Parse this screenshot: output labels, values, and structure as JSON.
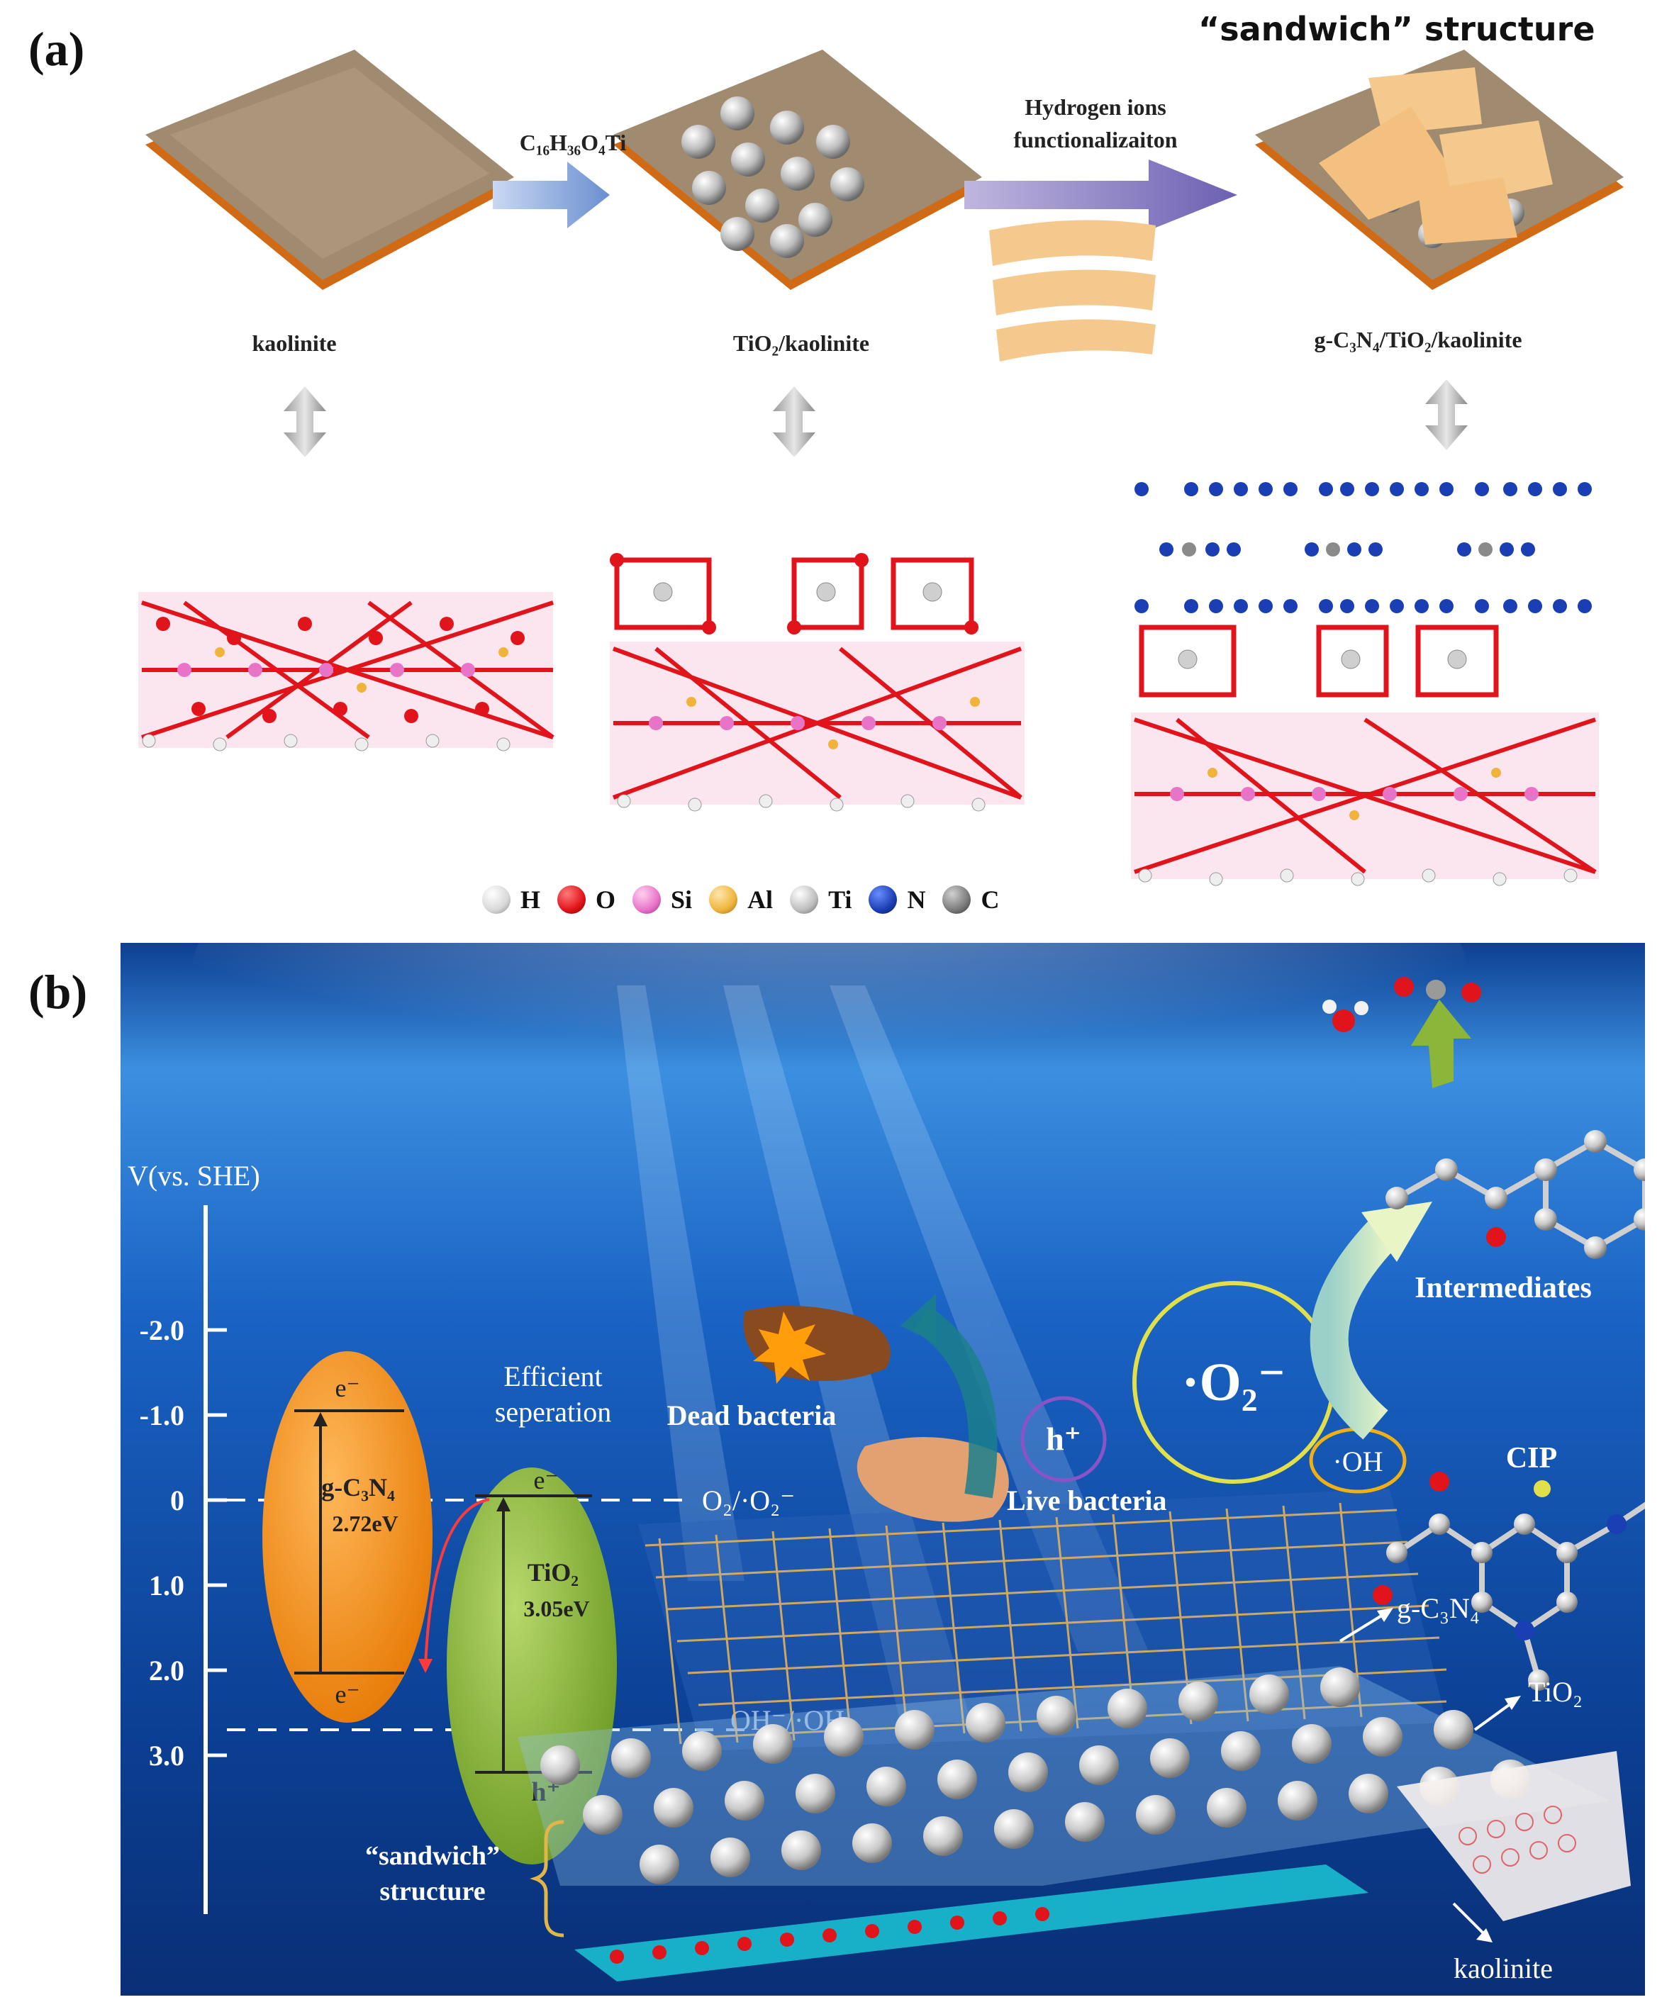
{
  "panel_a": {
    "label": "(a)",
    "title": "“sandwich” structure",
    "step1_reagent": "C₁₆H₃₆O₄Ti",
    "step2_line1": "Hydrogen ions",
    "step2_line2": "functionalizaiton",
    "material1": "kaolinite",
    "material2": "TiO₂/kaolinite",
    "material3": "g-C₃N₄/TiO₂/kaolinite",
    "legend": [
      {
        "symbol": "H",
        "color": "#f2f2f2"
      },
      {
        "symbol": "O",
        "color": "#e0141a"
      },
      {
        "symbol": "Si",
        "color": "#e874c8"
      },
      {
        "symbol": "Al",
        "color": "#f0b43c"
      },
      {
        "symbol": "Ti",
        "color": "#bdbdbd"
      },
      {
        "symbol": "N",
        "color": "#1a3fb4"
      },
      {
        "symbol": "C",
        "color": "#7a7a7a"
      }
    ]
  },
  "panel_b": {
    "label": "(b)",
    "axis_title": "V(vs. SHE)",
    "ticks": [
      "-2.0",
      "-1.0",
      "0",
      "1.0",
      "2.0",
      "3.0"
    ],
    "gcn_electron": "e⁻",
    "gcn_name": "g-C₃N₄",
    "gcn_gap": "2.72eV",
    "gcn_hole": "e⁻",
    "tio2_electron": "e⁻",
    "tio2_name": "TiO₂",
    "tio2_gap": "3.05eV",
    "tio2_hole": "h⁺",
    "efficient_line1": "Efficient",
    "efficient_line2": "seperation",
    "o2_level": "O₂/·O₂⁻",
    "oh_level": "OH⁻/·OH",
    "dead_bacteria": "Dead bacteria",
    "live_bacteria": "Live bacteria",
    "hole": "h⁺",
    "superoxide": "·O₂⁻",
    "hydroxyl": "·OH",
    "intermediates": "Intermediates",
    "cip": "CIP",
    "label_gcn": "g-C₃N₄",
    "label_tio2": "TiO₂",
    "label_kaolinite": "kaolinite",
    "sandwich_line1": "“sandwich”",
    "sandwich_line2": "structure",
    "colors": {
      "water_dark": "#0a3a8c",
      "water_light": "#2f8be0",
      "gcn_band": "#f08a14",
      "tio2_band": "#8dbb3a"
    }
  }
}
